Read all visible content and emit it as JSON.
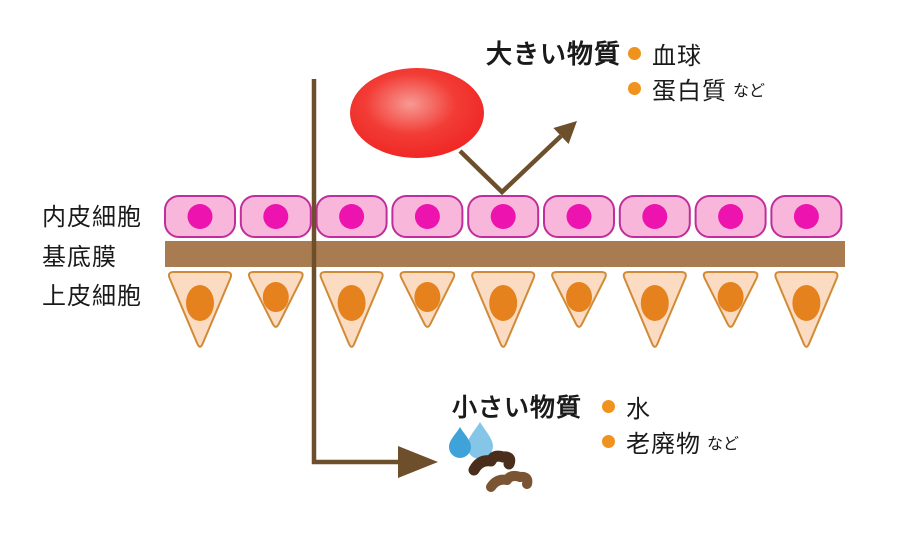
{
  "layer_labels": {
    "endothelium": "内皮細胞",
    "basement_membrane": "基底膜",
    "epithelium": "上皮細胞"
  },
  "large_substances": {
    "title": "大きい物質",
    "items": [
      {
        "text": "血球",
        "suffix": ""
      },
      {
        "text": "蛋白質",
        "suffix": "など"
      }
    ]
  },
  "small_substances": {
    "title": "小さい物質",
    "items": [
      {
        "text": "水",
        "suffix": ""
      },
      {
        "text": "老廃物",
        "suffix": "など"
      }
    ]
  },
  "diagram": {
    "endothelial_cell_count": 9,
    "epithelial_cell_count": 9,
    "colors": {
      "endothelial_fill": "#F8B7DA",
      "endothelial_stroke": "#C02E9C",
      "endothelial_nucleus": "#EC13AF",
      "membrane": "#A87C50",
      "epithelial_fill": "#FBDCC2",
      "epithelial_stroke": "#D18A35",
      "epithelial_nucleus": "#E5821E",
      "red_cell": "#EE1C1C",
      "red_cell_highlight": "#F79A94",
      "arrow": "#6E4F2B",
      "water_drop_dark": "#3FA2D9",
      "water_drop_light": "#85C6E8",
      "waste_dark": "#4A2E1B",
      "waste_light": "#7B5533",
      "bullet": "#F0931E",
      "text": "#1A1A1A"
    }
  }
}
